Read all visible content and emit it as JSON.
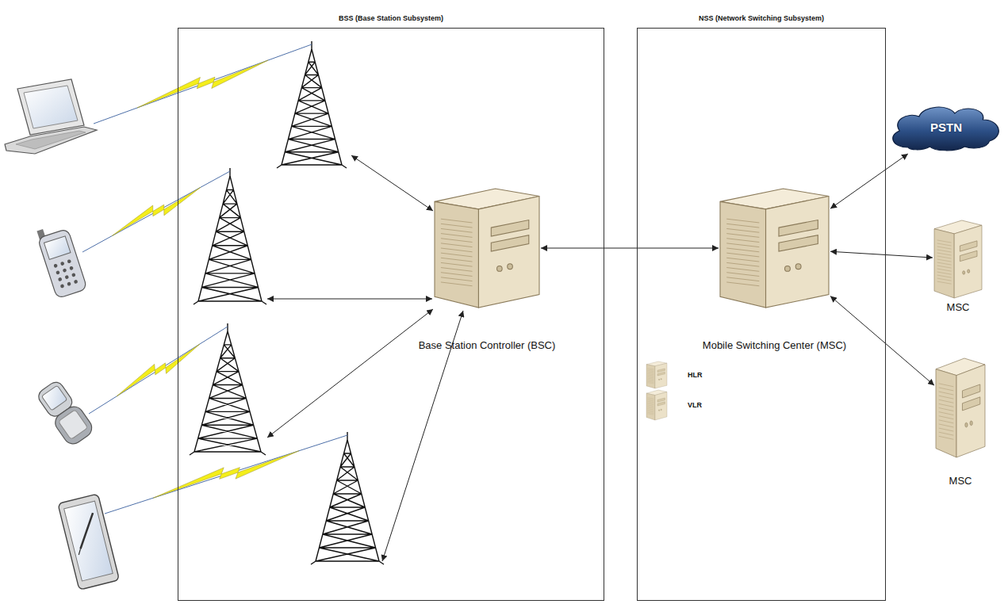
{
  "diagram": {
    "nodes": [
      {
        "text": [
          "BSS (Base Station Subsystem)"
        ]
      },
      {
        "text": [
          "Base Station Controller (BSC)"
        ],
        "in": 0
      },
      {
        "text": [
          "NSS (Network Switching Subsystem)"
        ]
      },
      {
        "text": [
          "Mobile Switching Center (MSC)"
        ],
        "in": 2
      },
      {
        "text": [
          "HLR"
        ],
        "in": 2
      },
      {
        "text": [
          "VLR"
        ],
        "in": 2
      },
      {
        "text": [
          "PSTN"
        ]
      },
      {
        "text": [
          "MSC"
        ]
      },
      {
        "text": [
          "MSC"
        ]
      }
    ],
    "edges": [
      {
        "from": 1,
        "to": 3,
        "arrow": "both"
      },
      {
        "from": 3,
        "to": 6,
        "arrow": "both"
      },
      {
        "from": 3,
        "to": 7,
        "arrow": "both"
      },
      {
        "from": 3,
        "to": 8,
        "arrow": "both"
      }
    ]
  }
}
